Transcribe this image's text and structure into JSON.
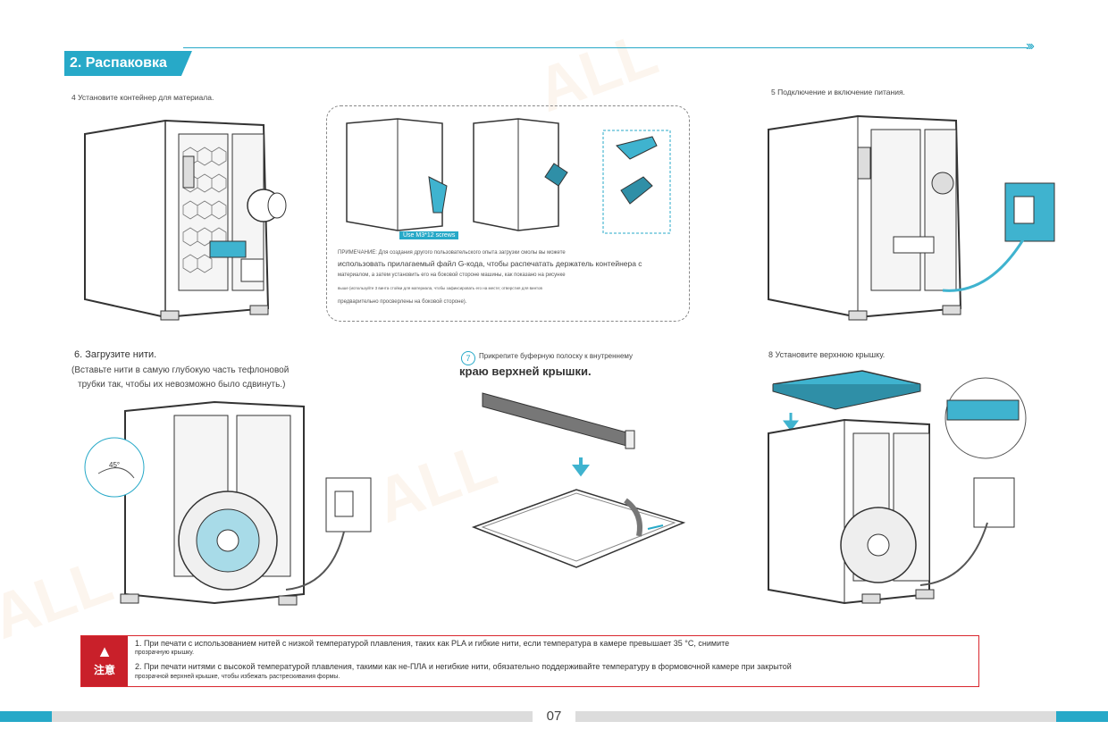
{
  "section": {
    "title": "2. Распаковка"
  },
  "steps": {
    "s4": "4 Установите контейнер для материала.",
    "s5": "5 Подключение и включение питания.",
    "s6_title": "6. Загрузите нити.",
    "s6_line1": "(Вставьте нити в самую глубокую часть тефлоновой",
    "s6_line2": "трубки так, чтобы их невозможно было сдвинуть.)",
    "s7_num": "7",
    "s7_line1": "Прикрепите буферную полоску к внутреннему",
    "s7_line2": "краю верхней крышки.",
    "s8": "8 Установите верхнюю крышку."
  },
  "figure_labels": {
    "screws": "Use M3*12 screws",
    "angle": "45°"
  },
  "note": {
    "line1": "ПРИМЕЧАНИЕ: Для создания другого пользовательского опыта загрузки смолы вы можете",
    "line2": "использовать прилагаемый файл G-кода, чтобы распечатать держатель контейнера с",
    "line3": "материалом, а затем установить его на боковой стороне машины, как показано на рисунке",
    "line4": "выше (используйте 3 винта стойки для материала, чтобы зафиксировать его на месте; отверстия для винтов",
    "line5": "предварительно просверлены на боковой стороне)."
  },
  "caution": {
    "icon": "warning-triangle-icon",
    "label": "注意",
    "item1_line1": "1. При печати с использованием нитей с низкой температурой плавления, таких как PLA и гибкие нити, если температура в камере превышает 35 °C, снимите",
    "item1_line2": "прозрачную крышку.",
    "item2_line1": "2. При печати нитями с высокой температурой плавления, такими как не-ПЛА и негибкие нити, обязательно поддерживайте температуру в формовочной камере при закрытой",
    "item2_line2": "прозрачной верхней крышке, чтобы избежать растрескивания формы."
  },
  "footer": {
    "page_number": "07"
  },
  "colors": {
    "accent": "#27a9c8",
    "caution": "#c9202a",
    "watermark": "#f0c8a0"
  }
}
